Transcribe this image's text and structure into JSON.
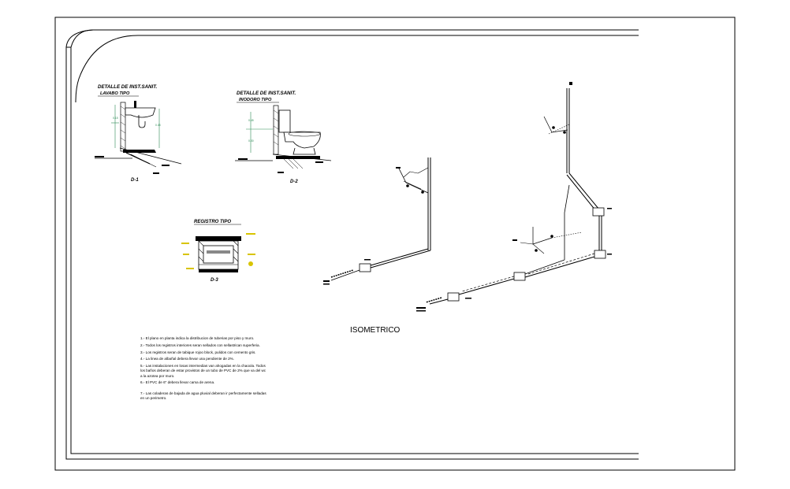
{
  "sheet": {
    "isometric_title": "ISOMETRICO"
  },
  "details": {
    "d1": {
      "title_line1": "DETALLE DE INST.SANIT.",
      "title_line2": "LAVABO TIPO",
      "tag": "D-1"
    },
    "d2": {
      "title_line1": "DETALLE DE INST.SANIT.",
      "title_line2": "INODORO TIPO",
      "tag": "D-2"
    },
    "d3": {
      "title": "REGISTRO TIPO",
      "tag": "D-3"
    }
  },
  "notes": [
    "1.- El plano en planta indica la distribucion de tuberias por piso y muro.",
    "2.- Todos los registros interiores seran sellados con sellastrican superferia.",
    "3.- Los registros seran de tabique rojoo block, pulidos con cemento gris.",
    "4.- La linea de albañal debera llevar una pendiente de 2%.",
    "5.- Las instalaciones en losas intermedias van ahogadas en la chaoola. Todos los baños deberan de estar provistos de un tubo de PVC de 2% que va del wc a la azotea por muro.",
    "6.- El PVC de 6\" debera llevar cama de arena.",
    "7.- Las coladeras de bajada de agua pluvial deberan ir perfectamente selladas en un perimetro."
  ],
  "colors": {
    "line": "#000000",
    "annotation": "#d8c400",
    "dimension": "#2e8b57"
  }
}
